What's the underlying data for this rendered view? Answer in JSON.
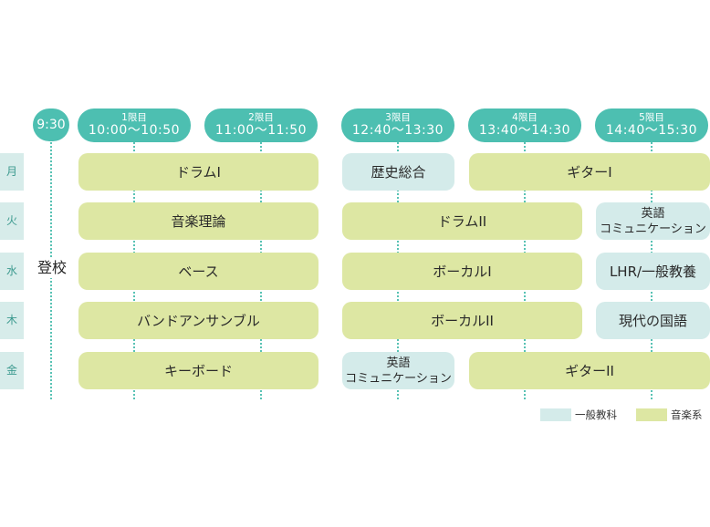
{
  "arrival_time": "9:30",
  "arrival_label": "登校",
  "periods": [
    {
      "label": "1限目",
      "time": "10:00〜10:50"
    },
    {
      "label": "2限目",
      "time": "11:00〜11:50"
    },
    {
      "label": "3限目",
      "time": "12:40〜13:30"
    },
    {
      "label": "4限目",
      "time": "13:40〜14:30"
    },
    {
      "label": "5限目",
      "time": "14:40〜15:30"
    }
  ],
  "days": [
    "月",
    "火",
    "水",
    "木",
    "金"
  ],
  "classes": {
    "mon": {
      "p12": "ドラムI",
      "p3": "歴史総合",
      "p45": "ギターI"
    },
    "tue": {
      "p12": "音楽理論",
      "p34": "ドラムII",
      "p5": [
        "英語",
        "コミュニケーション"
      ]
    },
    "wed": {
      "p12": "ベース",
      "p34": "ボーカルI",
      "p5": "LHR/一般教養"
    },
    "thu": {
      "p12": "バンドアンサンブル",
      "p34": "ボーカルII",
      "p5": "現代の国語"
    },
    "fri": {
      "p12": "キーボード",
      "p3": [
        "英語",
        "コミュニケーション"
      ],
      "p45": "ギターII"
    }
  },
  "legend": {
    "general": "一般教科",
    "music": "音楽系"
  },
  "colors": {
    "teal": "#4dbfb1",
    "general": "#d4ebea",
    "music": "#dde7a3",
    "day_bg": "#d7ecea"
  }
}
